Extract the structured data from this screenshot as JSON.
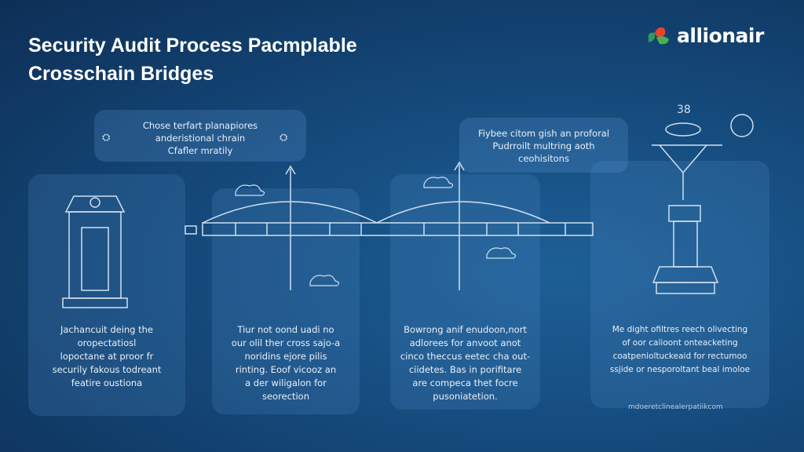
{
  "header": {
    "title_line1": "Security Audit Process Pacmplable",
    "title_line2": "Crosschain Bridges"
  },
  "brand": {
    "name": "allionair",
    "colors": [
      "#e8452c",
      "#2f9a5e",
      "#4caf50"
    ]
  },
  "callouts": [
    {
      "lines": [
        "Chose terfart planapiores",
        "anderistional chrain",
        "Cfafler mratily"
      ]
    },
    {
      "lines": [
        "Fiybee citom gish an proforal",
        "Pudrroilt multring aoth",
        "ceohisitons"
      ]
    }
  ],
  "panels": [
    {
      "lines": [
        "Jachancuit deing the",
        "oropectatiosl",
        "lopoctane at proor fr",
        "securily fakous todreant",
        "featire oustiona"
      ]
    },
    {
      "lines": [
        "Tiur not oond uadi no",
        "our olil ther cross sajo-a",
        "noridins ejore pilis",
        "rinting. Eoof vicooz an",
        "a der wiligalon for",
        "seorection"
      ]
    },
    {
      "lines": [
        "Bowrong anif enudoon,nort",
        "adlorees for anvoot anot",
        "cinco theccus eetec cha out-",
        "ciidetes. Bas in porifitare",
        "are compeca thet focre",
        "pusoniatetion."
      ]
    },
    {
      "lines": [
        "Me dight ofiltres reech olivecting",
        "of oor calioont onteacketing",
        "coatpenioltuckeaid for rectumoo",
        "ssjide or nesporoltant beal imoloe"
      ]
    }
  ],
  "gauge_label": "38",
  "footer": "mdoeretclinealerpatiikcom",
  "colors": {
    "bg_dark": "#0d2f56",
    "bg_mid": "#1d5f96",
    "line": "#cfe0f0"
  }
}
